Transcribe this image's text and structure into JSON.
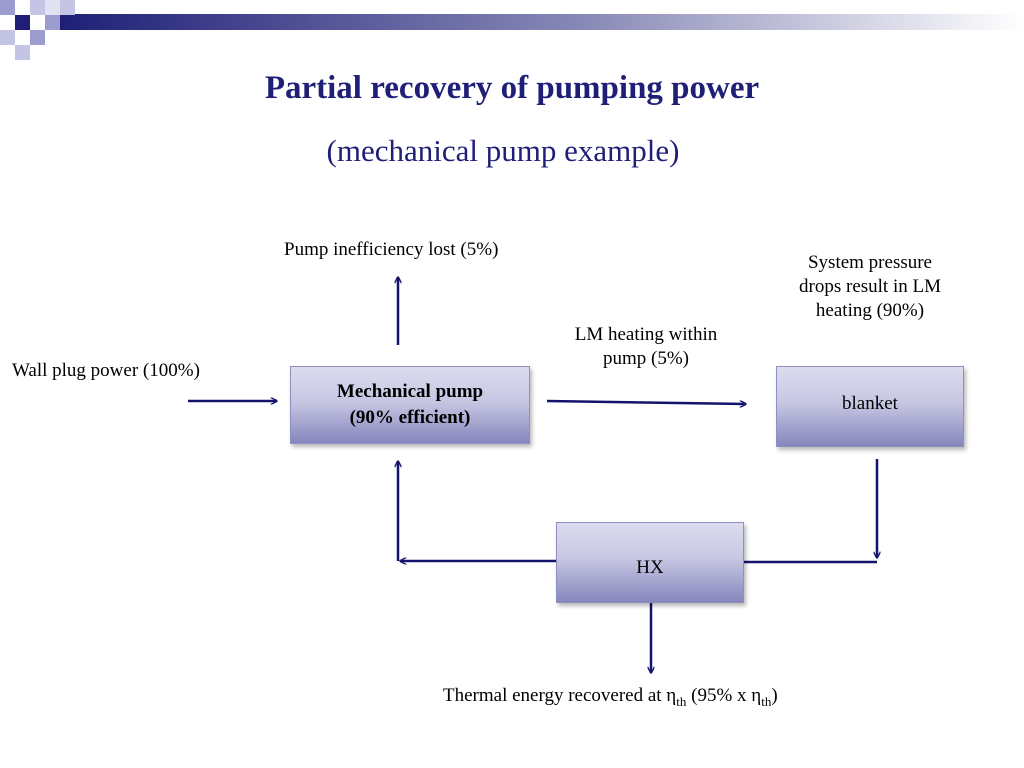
{
  "title": "Partial recovery of pumping power",
  "subtitle": "(mechanical pump example)",
  "labels": {
    "pump_loss": "Pump inefficiency lost (5%)",
    "system_pressure": [
      "System pressure",
      "drops result in LM",
      "heating (90%)"
    ],
    "lm_heating": [
      "LM heating within",
      "pump (5%)"
    ],
    "wall_plug": "Wall plug power (100%)",
    "thermal_prefix": "Thermal energy recovered at η",
    "thermal_sub1": "th",
    "thermal_mid": " (95% x η",
    "thermal_sub2": "th",
    "thermal_suffix": ")"
  },
  "nodes": {
    "pump": [
      "Mechanical pump",
      "(90% efficient)"
    ],
    "blanket": "blanket",
    "hx": "HX"
  },
  "colors": {
    "title": "#1f1f78",
    "arrow": "#14146e",
    "box_top": "#dcdcef",
    "box_bottom": "#8686bd",
    "deco_dark": "#1f1f78",
    "deco_light": "#9c9cd0"
  }
}
